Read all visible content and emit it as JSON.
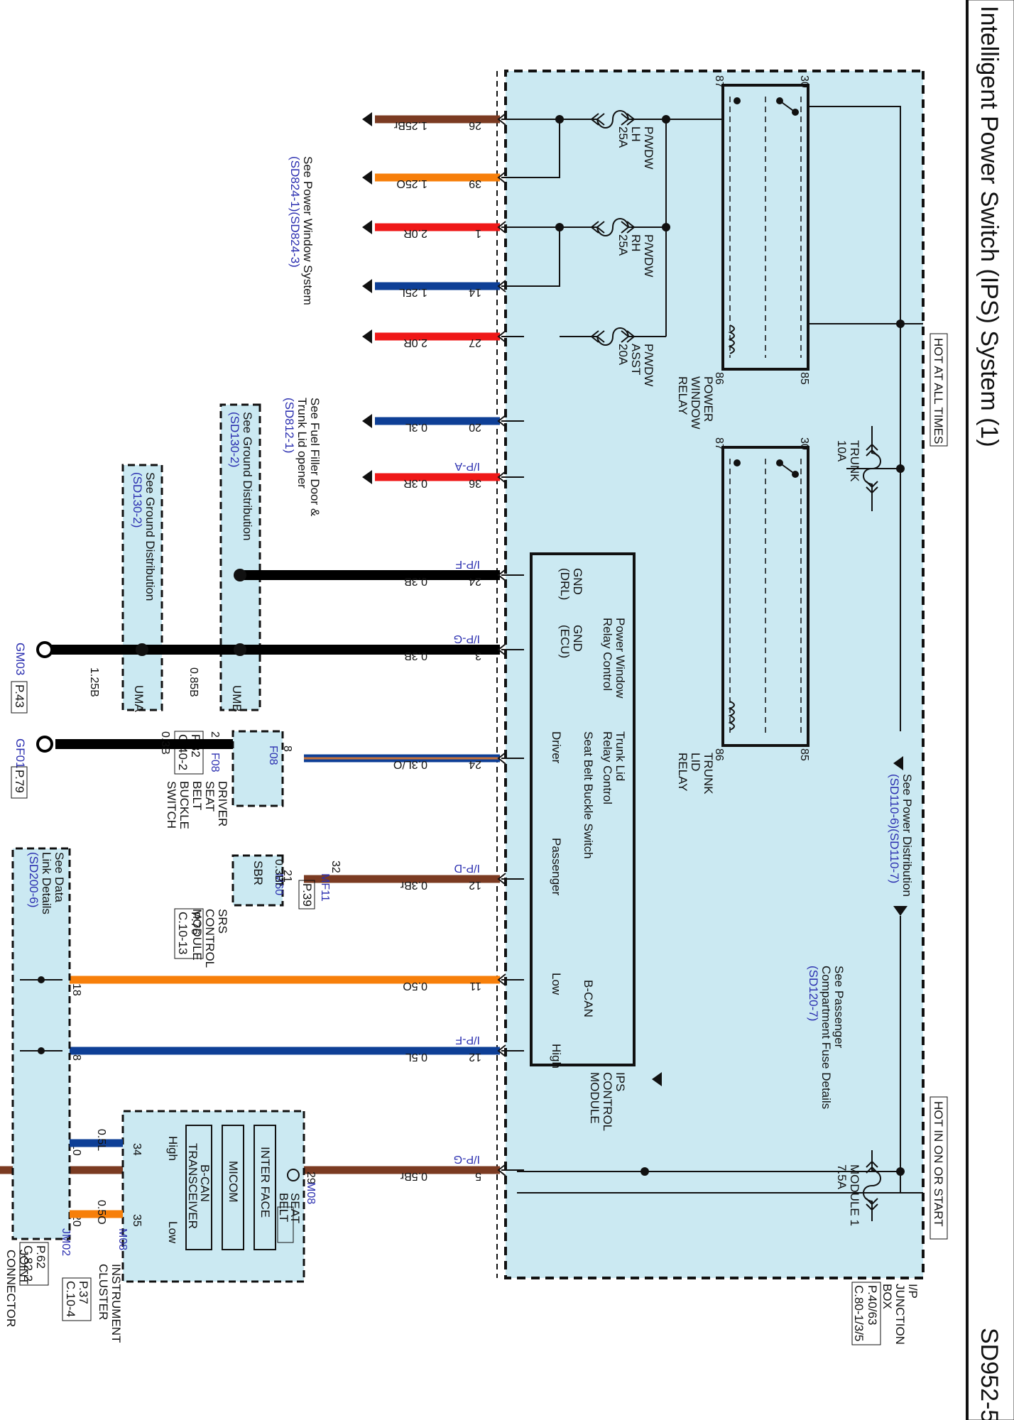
{
  "page": {
    "title": "Intelligent Power Switch (IPS) System (1)",
    "page_code": "SD952-5"
  },
  "power_labels": {
    "hot_at_all_times": "HOT AT ALL TIMES",
    "hot_in_on_or_start": "HOT IN ON OR START"
  },
  "junction_box": {
    "name_lines": [
      "I/P",
      "JUNCTION",
      "BOX"
    ],
    "ref_lines": [
      "P.40/63",
      "C.80-1/3/5"
    ]
  },
  "fuses": [
    {
      "id": "pwdw-lh",
      "lines": [
        "P/WDW",
        "LH",
        "25A"
      ]
    },
    {
      "id": "pwdw-rh",
      "lines": [
        "P/WDW",
        "RH",
        "25A"
      ]
    },
    {
      "id": "pwdw-asst",
      "lines": [
        "P/WDW",
        "ASST",
        "20A"
      ]
    },
    {
      "id": "trunk",
      "lines": [
        "TRUNK",
        "10A"
      ]
    },
    {
      "id": "module1",
      "lines": [
        "MODULE 1",
        "7.5A"
      ]
    }
  ],
  "relays": [
    {
      "id": "power-window-relay",
      "name_lines": [
        "POWER",
        "WINDOW",
        "RELAY"
      ],
      "pins": {
        "p87": "87",
        "p30": "30",
        "p86": "86",
        "p85": "85"
      }
    },
    {
      "id": "trunk-lid-relay",
      "name_lines": [
        "TRUNK",
        "LID",
        "RELAY"
      ],
      "pins": {
        "p87": "87",
        "p30": "30",
        "p86": "86",
        "p85": "85"
      }
    }
  ],
  "power_refs": {
    "power_distribution": {
      "text": "See Power Distribution",
      "ref": "(SD110-6)(SD110-7)"
    },
    "passenger_fuse": {
      "lines": [
        "See Passenger",
        "Compartment Fuse Details"
      ],
      "ref": "(SD120-7)"
    }
  },
  "ips_module": {
    "name_lines": [
      "IPS",
      "CONTROL",
      "MODULE"
    ],
    "pins": {
      "gnd_drl": [
        "GND",
        "(DRL)"
      ],
      "gnd_ecu": [
        "GND",
        "(ECU)"
      ],
      "pw_relay": [
        "Power Window",
        "Relay Control"
      ],
      "trunk_relay": [
        "Trunk Lid",
        "Relay Control"
      ],
      "seat_belt_group": "Seat Belt Buckle Switch",
      "driver": "Driver",
      "passenger": "Passenger",
      "bcan_group": "B-CAN",
      "low": "Low",
      "high": "High"
    }
  },
  "wires": [
    {
      "id": "w26",
      "pin": "26",
      "spec": "1.25Br",
      "color": "#7b3b22",
      "connector": ""
    },
    {
      "id": "w39",
      "pin": "39",
      "spec": "1.25O",
      "color": "#f77f0a",
      "connector": ""
    },
    {
      "id": "w1",
      "pin": "1",
      "spec": "2.0R",
      "color": "#ef1818",
      "connector": ""
    },
    {
      "id": "w14",
      "pin": "14",
      "spec": "1.25L",
      "color": "#0e3f96",
      "connector": ""
    },
    {
      "id": "w27",
      "pin": "27",
      "spec": "2.0R",
      "color": "#ef1818",
      "connector": ""
    },
    {
      "id": "w20",
      "pin": "20",
      "spec": "0.3L",
      "color": "#0e3f96",
      "connector": ""
    },
    {
      "id": "w36",
      "pin": "36",
      "spec": "0.3R",
      "color": "#ef1818",
      "connector": "I/P-A"
    },
    {
      "id": "w24f",
      "pin": "24",
      "spec": "0.3B",
      "color": "#000000",
      "connector": "I/P-F"
    },
    {
      "id": "w3",
      "pin": "3",
      "spec": "0.3B",
      "color": "#000000",
      "connector": "I/P-G"
    },
    {
      "id": "w24e",
      "pin": "24",
      "spec": "0.3L/O",
      "color": "#0e3f96",
      "stripe": "#c8743a",
      "connector": ""
    },
    {
      "id": "w12d",
      "pin": "12",
      "spec": "0.3Br",
      "color": "#7b3b22",
      "connector": "I/P-D"
    },
    {
      "id": "w11",
      "pin": "11",
      "spec": "0.5O",
      "color": "#f77f0a",
      "connector": ""
    },
    {
      "id": "w12f",
      "pin": "12",
      "spec": "0.5L",
      "color": "#0e3f96",
      "connector": "I/P-F"
    },
    {
      "id": "w5",
      "pin": "5",
      "spec": "0.5Br",
      "color": "#7b3b22",
      "connector": "I/P-G"
    }
  ],
  "external_refs": {
    "power_window": {
      "text": "See Power Window System",
      "ref": "(SD824-1)(SD824-3)"
    },
    "fuel_filler": {
      "lines": [
        "See Fuel Filler Door &",
        "Trunk Lid opener"
      ],
      "ref": "(SD812-1)"
    },
    "ground_umb": {
      "text": "See Ground Distribution",
      "ref": "(SD130-2)",
      "box": "UMB",
      "spec": "0.85B"
    },
    "ground_uma": {
      "text": "See Ground Distribution",
      "ref": "(SD130-2)",
      "box": "UMA",
      "spec": "1.25B"
    },
    "data_link": {
      "lines": [
        "See Data",
        "Link Details"
      ],
      "ref": "(SD200-6)"
    }
  },
  "grounds": {
    "gm03": {
      "name": "GM03",
      "page": "P.43"
    },
    "gf01": {
      "name": "GF01",
      "page": "P.79",
      "spec": "0.3B"
    }
  },
  "driver_switch": {
    "name_lines": [
      "DRIVER",
      "SEAT",
      "BELT",
      "BUCKLE",
      "SWITCH"
    ],
    "pin_in": "8",
    "pin_out": "2",
    "conn_in": "F08",
    "conn_out": "F08",
    "ref_lines": [
      "P.82",
      "C.40-2"
    ]
  },
  "srs_module": {
    "name_lines": [
      "SRS",
      "CONTROL",
      "MODULE"
    ],
    "inner": "SBR",
    "pin": "21",
    "conn": "M60",
    "ref_lines": [
      "P.76",
      "C.10-13"
    ],
    "inline": {
      "pin": "32",
      "conn": "MF11",
      "page": "P.39",
      "spec": "0.3Br"
    }
  },
  "joint_connector": {
    "name_lines": [
      "JOINT",
      "CONNECTOR"
    ],
    "ref_lines": [
      "P.62",
      "C.82-2"
    ],
    "pins": {
      "p18": "18",
      "p8": "8",
      "p10": "10",
      "p20": "20"
    },
    "conn": "JM02"
  },
  "instrument_cluster": {
    "name_lines": [
      "INSTRUMENT",
      "CLUSTER"
    ],
    "ref_lines": [
      "P.37",
      "C.10-4"
    ],
    "blocks": {
      "interface": "INTER FACE",
      "micom": "MICOM",
      "bcan": [
        "B-CAN",
        "TRANSCEIVER"
      ]
    },
    "seat_belt_lines": [
      "SEAT",
      "BELT"
    ],
    "pin_power": "29",
    "conn": "M08",
    "pin_high": "34",
    "pin_low": "35",
    "high": "High",
    "low": "Low",
    "wire_high": {
      "spec": "0.5L",
      "color": "#0e3f96"
    },
    "wire_low": {
      "spec": "0.5O",
      "color": "#f77f0a"
    }
  },
  "colors": {
    "module_fill": "#cbe9f2",
    "reference_text": "#2b2fb0"
  }
}
